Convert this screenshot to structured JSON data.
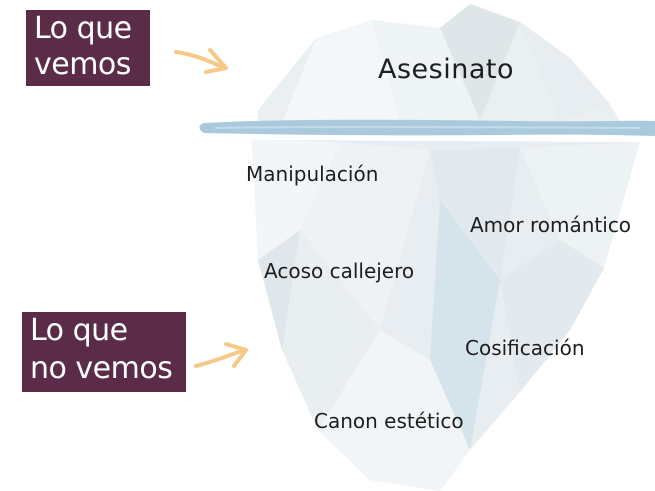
{
  "labels": {
    "visible_line1": "Lo que",
    "visible_line2": "vemos",
    "hidden_line1": "Lo que",
    "hidden_line2": "no vemos"
  },
  "above_water": [
    "Asesinato"
  ],
  "below_water": [
    "Manipulación",
    "Amor romántico",
    "Acoso callejero",
    "Cosificación",
    "Canon estético"
  ],
  "colors": {
    "tag_background": "#5b2c48",
    "arrow": "#f6c987",
    "water_line": "#a9cadd",
    "ice_light": "#eef3f6",
    "ice_shadow": "#d4e2ea"
  }
}
